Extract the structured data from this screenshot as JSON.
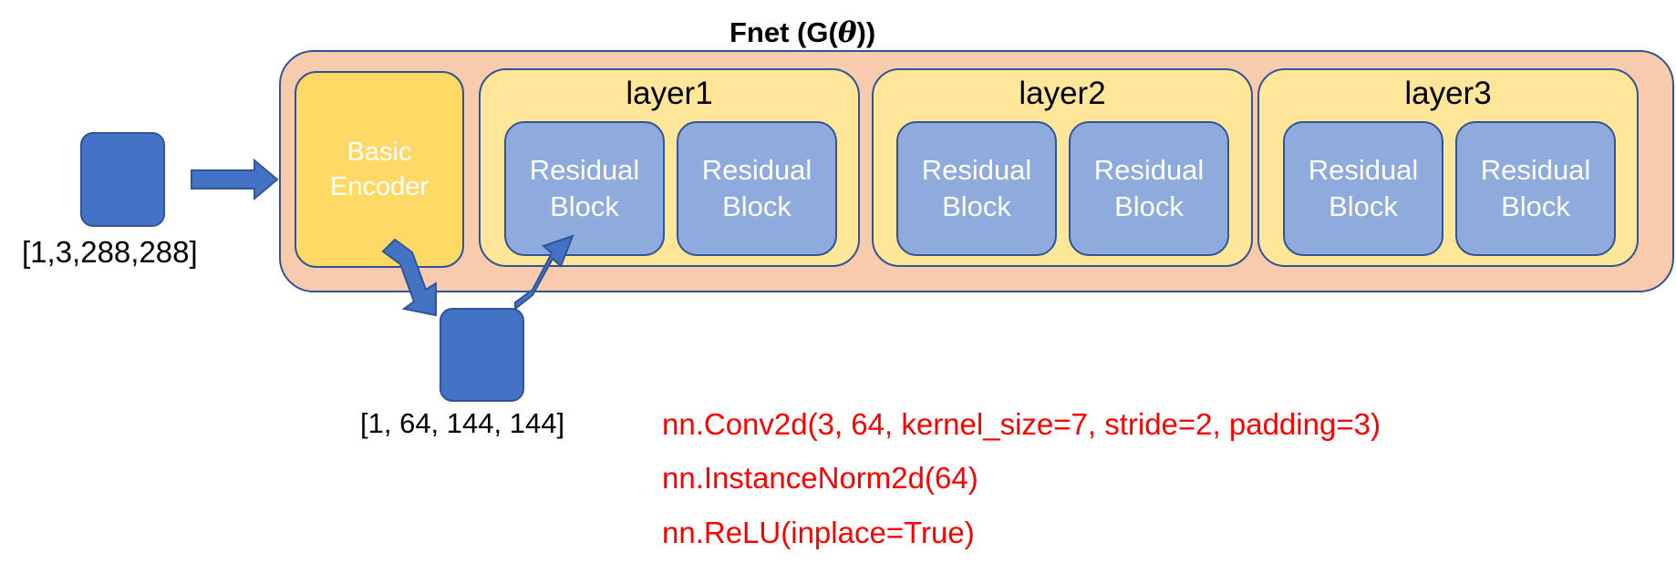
{
  "title": {
    "prefix": "Fnet (G(",
    "symbol": "θ",
    "suffix": "))"
  },
  "encoder": {
    "label": "Basic\nEncoder"
  },
  "layers": [
    {
      "title": "layer1",
      "blocks": [
        "Residual\nBlock",
        "Residual\nBlock"
      ]
    },
    {
      "title": "layer2",
      "blocks": [
        "Residual\nBlock",
        "Residual\nBlock"
      ]
    },
    {
      "title": "layer3",
      "blocks": [
        "Residual\nBlock",
        "Residual\nBlock"
      ]
    }
  ],
  "input_tensor": {
    "shape": "[1,3,288,288]"
  },
  "encoded_tensor": {
    "shape": "[1, 64, 144, 144]"
  },
  "code_lines": [
    "nn.Conv2d(3, 64, kernel_size=7, stride=2, padding=3)",
    "nn.InstanceNorm2d(64)",
    "nn.ReLU(inplace=True)"
  ],
  "colors": {
    "fnet_bg": "#f8cbad",
    "layer_bg": "#ffe699",
    "encoder_bg": "#ffd966",
    "block_bg": "#8faadc",
    "tensor": "#4472c4",
    "border": "#2f5597",
    "code_text": "#ff0000"
  }
}
